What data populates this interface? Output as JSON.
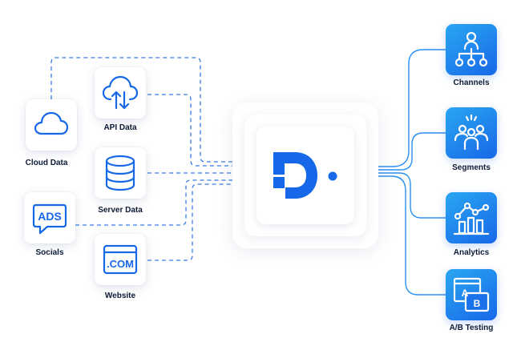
{
  "sources": [
    {
      "id": "cloud",
      "label": "Cloud Data",
      "icon": "cloud-icon"
    },
    {
      "id": "api",
      "label": "API Data",
      "icon": "cloud-upload-download-icon"
    },
    {
      "id": "server",
      "label": "Server Data",
      "icon": "database-icon"
    },
    {
      "id": "socials",
      "label": "Socials",
      "icon": "ads-icon"
    },
    {
      "id": "website",
      "label": "Website",
      "icon": "dotcom-browser-icon"
    }
  ],
  "hub": {
    "logo": "d-logo-icon"
  },
  "destinations": [
    {
      "id": "channels",
      "label": "Channels",
      "icon": "org-hierarchy-icon"
    },
    {
      "id": "segments",
      "label": "Segments",
      "icon": "people-group-icon"
    },
    {
      "id": "analytics",
      "label": "Analytics",
      "icon": "bar-line-chart-icon"
    },
    {
      "id": "ab",
      "label": "A/B Testing",
      "icon": "ab-test-icon"
    }
  ],
  "colors": {
    "brand_blue": "#1768e8",
    "gradient_top": "#2aa6f2",
    "line_blue": "#2a8ff0",
    "dashed_line": "#3b7be6",
    "label_text": "#0c1a36"
  }
}
